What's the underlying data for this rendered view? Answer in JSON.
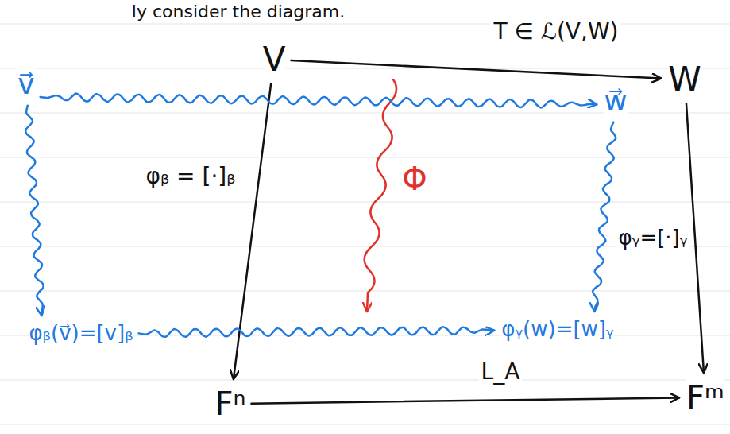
{
  "diagram": {
    "nodes": [
      {
        "text": [
          "V"
        ]
      },
      {
        "text": [
          "W"
        ]
      },
      {
        "text": [
          "v⃗"
        ]
      },
      {
        "text": [
          "w⃗"
        ]
      },
      {
        "text": [
          "φᵦ(v⃗)=[v]ᵦ"
        ]
      },
      {
        "text": [
          "φᵧ(w)=[w]ᵧ"
        ]
      },
      {
        "text": [
          "Fⁿ"
        ]
      },
      {
        "text": [
          "Fᵐ"
        ]
      }
    ],
    "edges": [
      {
        "from": 0,
        "to": 1,
        "label": "T ∈ ℒ(V,W)",
        "arrow": "to"
      },
      {
        "from": 0,
        "to": 6,
        "label": "φᵦ = [·]ᵦ",
        "arrow": "to"
      },
      {
        "from": 1,
        "to": 7,
        "label": "φᵧ=[·]ᵧ",
        "arrow": "to"
      },
      {
        "from": 6,
        "to": 7,
        "label": "L_A",
        "arrow": "to"
      },
      {
        "from": 2,
        "to": 3,
        "arrow": "to"
      },
      {
        "from": 2,
        "to": 4,
        "arrow": "to"
      },
      {
        "from": 3,
        "to": 5,
        "arrow": "to"
      },
      {
        "from": 4,
        "to": 5,
        "arrow": "to"
      }
    ],
    "labels": [
      "ly consider the diagram.",
      "Φ"
    ]
  }
}
